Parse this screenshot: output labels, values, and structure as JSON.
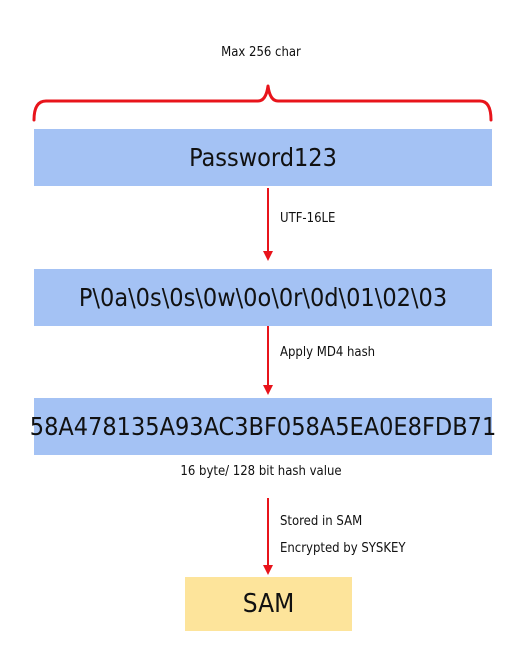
{
  "top_label": "Max 256 char",
  "boxes": {
    "password": "Password123",
    "utf16": "P\\0a\\0s\\0s\\0w\\0o\\0r\\0d\\01\\02\\03",
    "hash": "58A478135A93AC3BF058A5EA0E8FDB71",
    "sam": "SAM"
  },
  "arrows": {
    "encode_label": "UTF-16LE",
    "hash_label": "Apply MD4 hash",
    "store_label_1": "Stored in SAM",
    "store_label_2": "Encrypted by SYSKEY"
  },
  "hash_caption": "16 byte/ 128 bit hash value",
  "colors": {
    "box_blue": "#a4c2f4",
    "box_yellow": "#fde49b",
    "accent_red": "#e8141b"
  }
}
